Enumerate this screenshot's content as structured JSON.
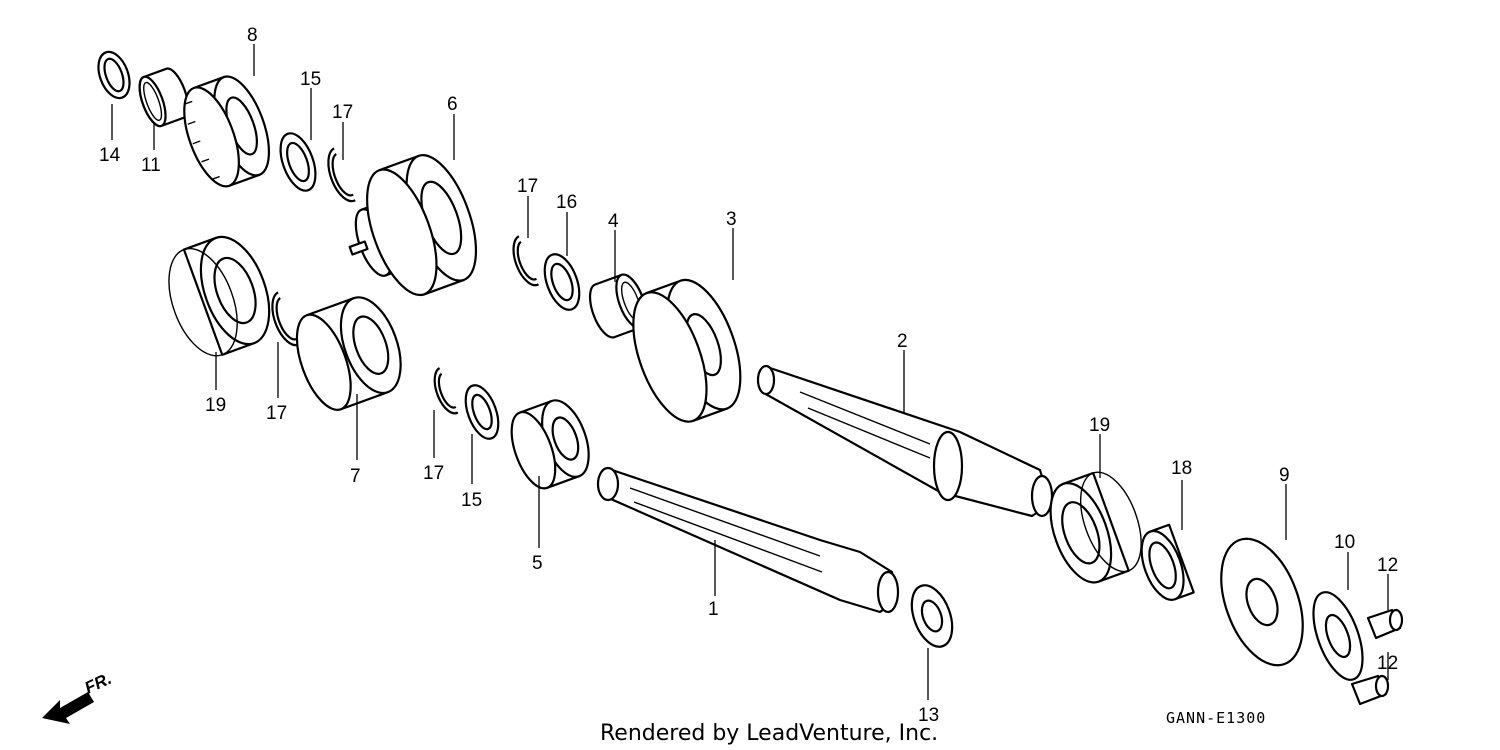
{
  "callouts": {
    "c1": "1",
    "c2": "2",
    "c3": "3",
    "c4": "4",
    "c5": "5",
    "c6": "6",
    "c7": "7",
    "c8": "8",
    "c9": "9",
    "c10": "10",
    "c11": "11",
    "c12a": "12",
    "c12b": "12",
    "c13": "13",
    "c14": "14",
    "c15a": "15",
    "c15b": "15",
    "c16": "16",
    "c17a": "17",
    "c17b": "17",
    "c17c": "17",
    "c17d": "17",
    "c18": "18",
    "c19a": "19",
    "c19b": "19"
  },
  "front_label": "FR.",
  "credit": "Rendered by LeadVenture, Inc.",
  "diagram_code": "GANN-E1300"
}
